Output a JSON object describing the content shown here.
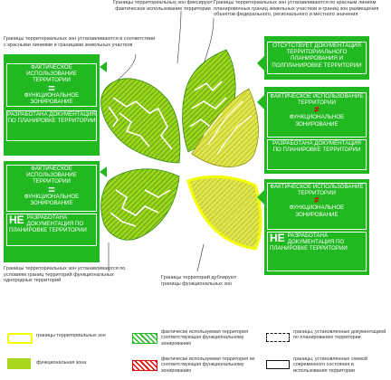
{
  "notes": {
    "top_center": "Границы территориальных зон фиксируют фактическое использование территории",
    "top_right": "Границы территориальных зон устанавливаются по красным линиям планировочных границ земельных участков и границ зон размещения объектов федерального, регионального и местного значения",
    "left_upper": "Границы территориальных зон устанавливаются в соответствии с красными линиями и границами земельных участков",
    "bottom_left": "Границы территориальных зон устанавливаются по условиям границ территорий функциональных однородных территорий",
    "bottom_right": "Границы территорий дублируют границы функциональных зон"
  },
  "left_box_1": {
    "line1": "Фактическое использование территории",
    "sign": "=",
    "line2": "Функциональное зонирование",
    "line3": "Разработана документация по планировке территории"
  },
  "left_box_2": {
    "line1": "Фактическое использование территории",
    "sign": "=",
    "line2": "Функциональное зонирование",
    "ne": "НЕ",
    "line3": "разработана документация по планировке территории"
  },
  "right_box_1": {
    "line1": "Отсутствует документация территориального планирования и полпланировке территории"
  },
  "right_box_2": {
    "line1": "Фактическое использование территории",
    "sign": "≠",
    "line2": "Функциональное зонирование",
    "line3": "Разработана документация по планировке территории"
  },
  "right_box_3": {
    "line1": "Фактическое использование территории",
    "sign": "≠",
    "line2": "Функциональное зонирование",
    "ne": "НЕ",
    "line3": "разработана документация по планировке территории"
  },
  "legend": {
    "item1": "границы территориальных зон",
    "item2": "функциональная зона",
    "item3": "фактически используемая территория соответствующая функциональному зонированию",
    "item4": "фактически используемая территория не соответствующая функциональному зонированию",
    "item5": "границы, установленные документацией по планированию территории",
    "item6": "границы, установленные схемой современного состояния и использования территории"
  },
  "colors": {
    "green": "#22b822",
    "lime": "#a7d61a",
    "yellow": "#e3e84a",
    "red": "#e00000"
  }
}
